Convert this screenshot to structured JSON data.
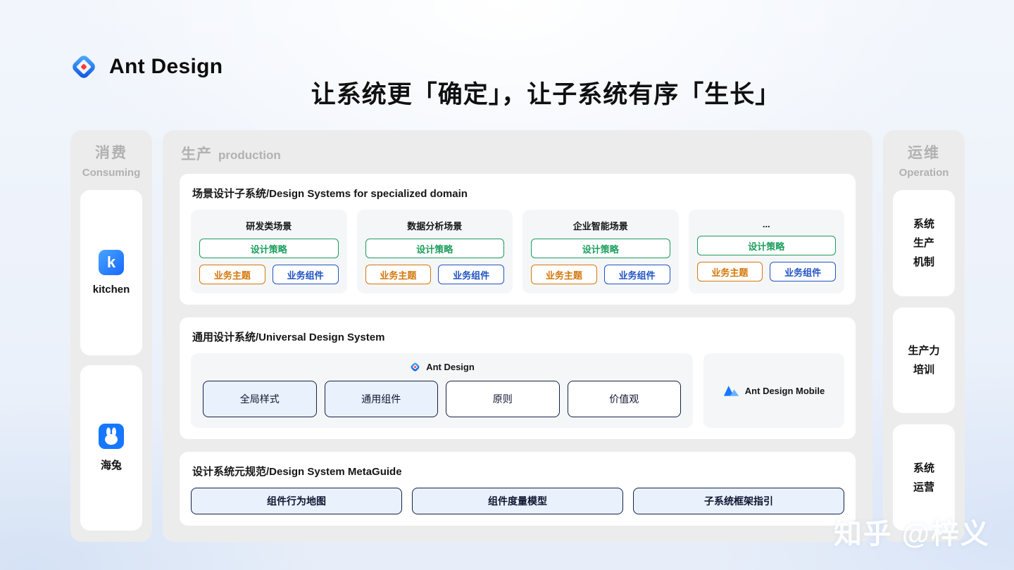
{
  "brand": {
    "name": "Ant Design"
  },
  "title": "让系统更「确定」，让子系统有序「生长」",
  "watermark": "知乎 @梓义",
  "consuming": {
    "zh": "消费",
    "en": "Consuming",
    "items": [
      {
        "label": "kitchen",
        "icon_letter": "k"
      },
      {
        "label": "海兔"
      }
    ]
  },
  "production": {
    "zh": "生产",
    "en": "production",
    "specialized": {
      "heading": "场景设计子系统/Design Systems for specialized domain",
      "cards": [
        {
          "title": "研发类场景",
          "strategy": "设计策略",
          "theme": "业务主题",
          "component": "业务组件"
        },
        {
          "title": "数据分析场景",
          "strategy": "设计策略",
          "theme": "业务主题",
          "component": "业务组件"
        },
        {
          "title": "企业智能场景",
          "strategy": "设计策略",
          "theme": "业务主题",
          "component": "业务组件"
        },
        {
          "title": "...",
          "strategy": "设计策略",
          "theme": "业务主题",
          "component": "业务组件"
        }
      ]
    },
    "universal": {
      "heading": "通用设计系统/Universal Design System",
      "antd_label": "Ant Design",
      "buttons": [
        {
          "label": "全局样式"
        },
        {
          "label": "通用组件"
        },
        {
          "label": "原则"
        },
        {
          "label": "价值观"
        }
      ],
      "mobile_label": "Ant Design Mobile"
    },
    "metaguide": {
      "heading": "设计系统元规范/Design System MetaGuide",
      "buttons": [
        {
          "label": "组件行为地图"
        },
        {
          "label": "组件度量模型"
        },
        {
          "label": "子系统框架指引"
        }
      ]
    }
  },
  "operation": {
    "zh": "运维",
    "en": "Operation",
    "items": [
      {
        "label": "系统\n生产\n机制"
      },
      {
        "label": "生产力\n培训"
      },
      {
        "label": "系统\n运营"
      }
    ]
  },
  "colors": {
    "green": "#1a9e5c",
    "orange": "#d4770b",
    "blue": "#2153c5",
    "navy": "#132247",
    "fill_blue": "#e8f1fc",
    "brand_blue": "#1677ff",
    "container_gray": "#ececec",
    "panel_gray": "#f5f6f7",
    "muted_text": "#b1b1b1"
  }
}
